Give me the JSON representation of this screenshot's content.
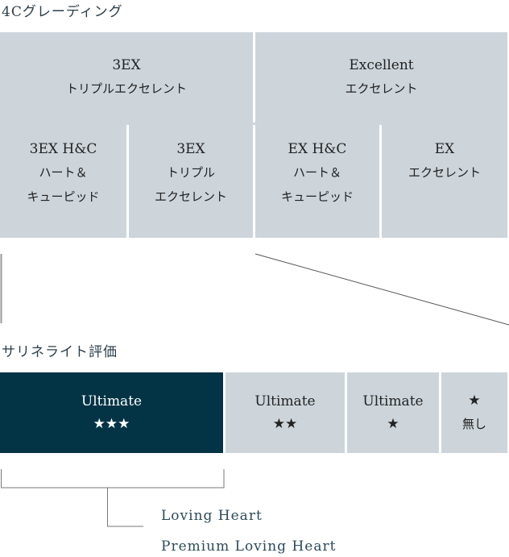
{
  "grading": {
    "title": "4Cグレーディング",
    "groups": [
      {
        "name": "3EX",
        "sub": "トリプルエクセレント"
      },
      {
        "name": "Excellent",
        "sub": "エクセレント"
      }
    ],
    "cells": [
      {
        "name": "3EX H&C",
        "l1": "ハート＆",
        "l2": "キューピッド"
      },
      {
        "name": "3EX",
        "l1": "トリプル",
        "l2": "エクセレント"
      },
      {
        "name": "EX H&C",
        "l1": "ハート＆",
        "l2": "キューピッド"
      },
      {
        "name": "EX",
        "l1": "エクセレント",
        "l2": ""
      }
    ]
  },
  "rating": {
    "title": "サリネライト評価",
    "cells": [
      {
        "l1": "Ultimate",
        "l2": "★★★"
      },
      {
        "l1": "Ultimate",
        "l2": "★★"
      },
      {
        "l1": "Ultimate",
        "l2": "★"
      },
      {
        "l1": "★",
        "l2": "無し"
      }
    ]
  },
  "brands": [
    "Loving Heart",
    "Premium Loving Heart"
  ],
  "colors": {
    "cell": "#cdd5db",
    "highlight": "#023445"
  }
}
